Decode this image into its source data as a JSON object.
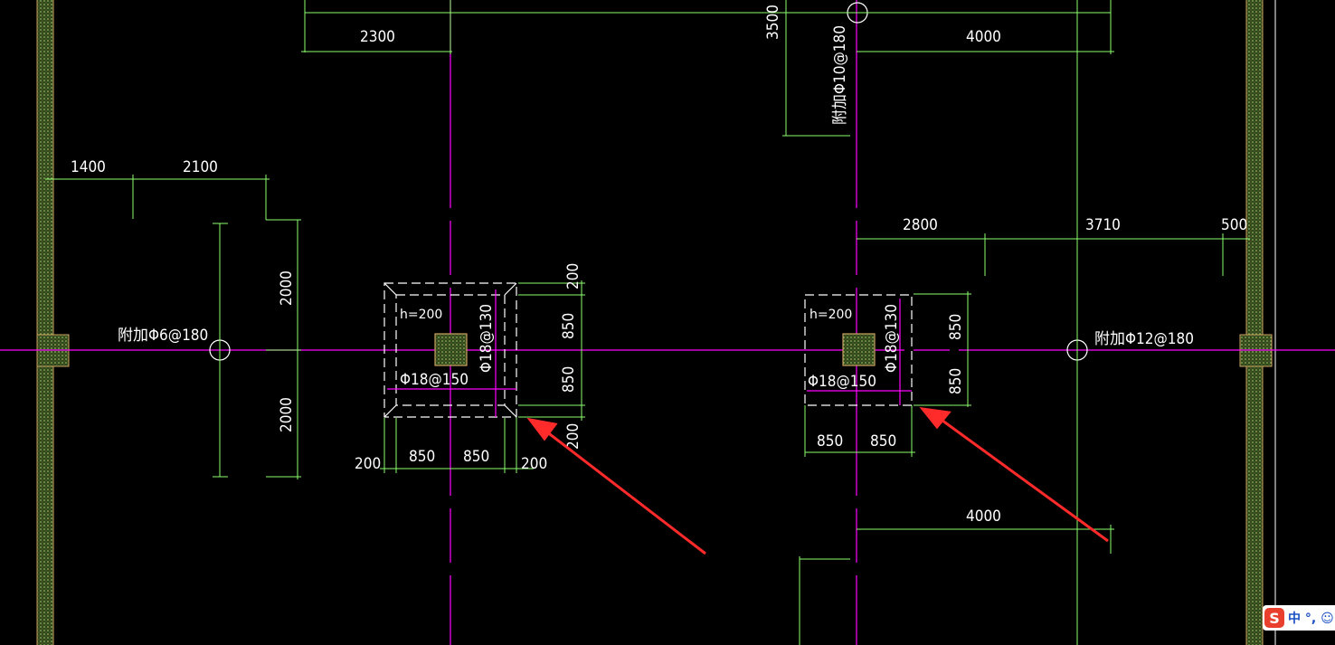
{
  "drawing": {
    "top_dims": {
      "left": "2300",
      "vertical": "3500",
      "right": "4000"
    },
    "left_dims": {
      "a": "1400",
      "b": "2100",
      "v_upper": "2000",
      "v_lower": "2000"
    },
    "right_top_dims": {
      "a": "2800",
      "b": "3710",
      "c": "500"
    },
    "bottom_right_dim": "4000",
    "rebar_labels": {
      "left": "附加Φ6@180",
      "right": "附加Φ12@180",
      "top_vertical": "附加Φ10@180"
    },
    "cap_left": {
      "h": "h=200",
      "bar_x": "Φ18@150",
      "bar_y": "Φ18@130",
      "top": "200",
      "v1": "850",
      "v2": "850",
      "bot": "200",
      "h_left": "200",
      "h1": "850",
      "h2": "850",
      "h_right": "200"
    },
    "cap_right": {
      "h": "h=200",
      "bar_x": "Φ18@150",
      "bar_y": "Φ18@130",
      "v1": "850",
      "v2": "850",
      "h1": "850",
      "h2": "850"
    }
  },
  "colors": {
    "dim_line": "#8cff6e",
    "axis": "#ff00ff",
    "wall": "#c8a060",
    "arrow": "#ff2a2a"
  },
  "ime": {
    "logo": "S",
    "text": "中 °, ☺"
  }
}
